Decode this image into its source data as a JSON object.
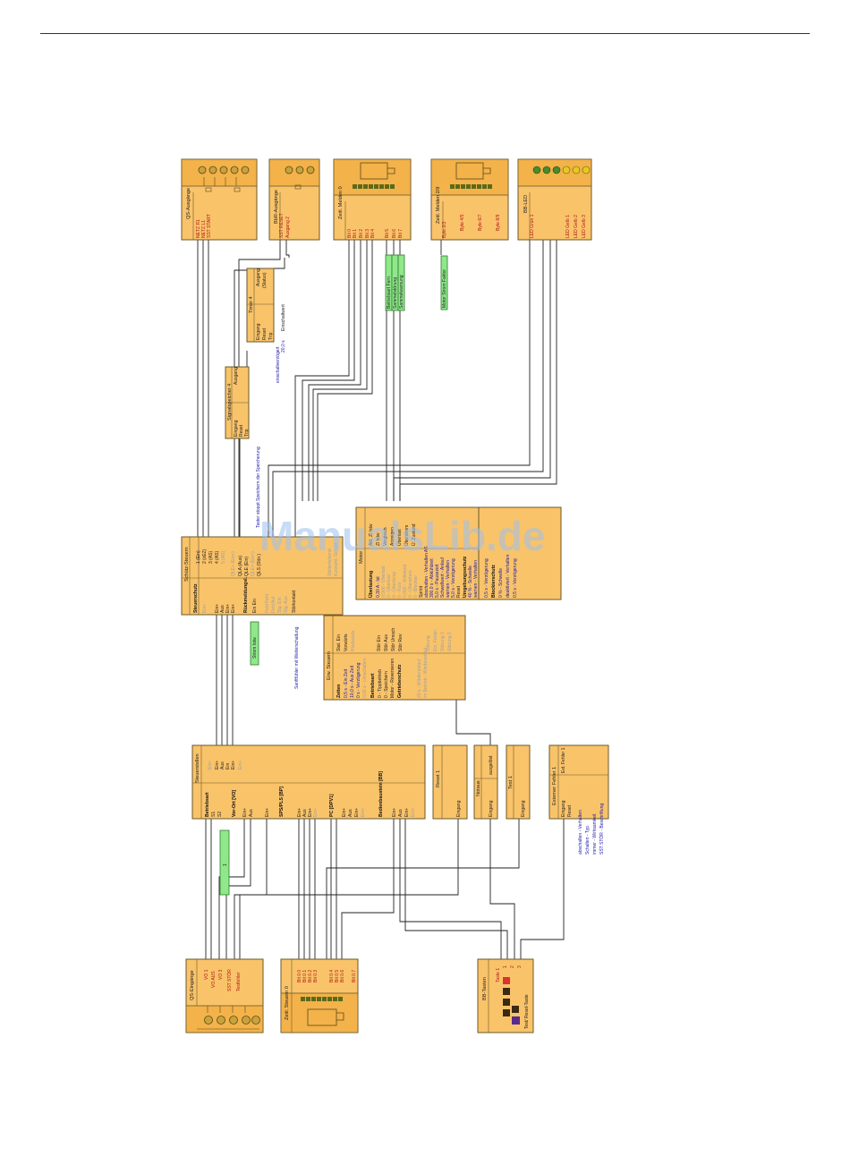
{
  "watermark": "ManualsLib.de",
  "blocks": {
    "qs_ausgaenge": {
      "title": "QS-Ausgänge",
      "ports": [
        "NETZ R1",
        "NETZ L1",
        "SST START"
      ]
    },
    "bbr_ausgaenge": {
      "title": "BbR-Ausgänge",
      "ports": [
        "SST RESET",
        "Ausgang 2"
      ]
    },
    "zs_melder_0": {
      "title": "Zeitl. Melden 0",
      "ports": [
        "Bit 0",
        "Bit 1",
        "Bit 2",
        "Bit 3",
        "Bit 4",
        "Bit 5",
        "Bit 6",
        "Bit 7"
      ]
    },
    "zs_melder_2": {
      "title": "Zeitl. Melden 2/9",
      "ports": [
        "Byte 2/3",
        "Byte 4/5",
        "Byte 6/7",
        "Byte 8/9"
      ]
    },
    "bb_led": {
      "title": "BB-LED",
      "ports": [
        "LED Grün 1",
        "LED Gelb 1",
        "LED Gelb 2",
        "LED Gelb 3"
      ]
    },
    "timer_4": {
      "title": "Timer 4",
      "in": [
        "Eingang",
        "Reset",
        "Trip"
      ],
      "out": [
        "Ausgang",
        "(Status)"
      ],
      "params": [
        "einschaltverzögert",
        "20,0 s",
        "Einschaltwert"
      ]
    },
    "signal_4": {
      "title": "Signalspeicher 4",
      "in": [
        "Eingang",
        "Reset",
        "Trip"
      ],
      "out": [
        "Ausgang"
      ],
      "note": "Taster stoppt Speichern der Speicherung"
    },
    "schutz_steuern": {
      "title": "Schütz-Steuern",
      "section": "Steuerschutz",
      "in": [
        "Ein+",
        "Ein+",
        "Aus",
        "Ein+",
        "Ein+",
        "Rückmeldungsl.",
        "Ein Ein",
        "Fehl Fehl",
        "Fehl Auf",
        "Stg. Ein",
        "Stg. Aus",
        "Störkontakt"
      ],
      "out": [
        "1 (Ein)",
        "2 (xEZ)",
        "3 (AS)",
        "4 (AS)",
        "5 (AS)",
        "QLE+ (Ein+)",
        "QLA (Aus)",
        "QLE (Ein)",
        "QLE+ (Ein+)",
        "QLS (Stör.)",
        "Stellerfehlend",
        "Kurzschl.-Schutz"
      ],
      "note": "Sanftfühler mit Weiterschaltung"
    },
    "motor_schutz": {
      "title": "Motor",
      "section": "Überlastung",
      "rows": [
        "0,30 A - Ist",
        "0,000 - Überlast",
        "0 - Überlast",
        "0 - Übertemp",
        "0 - Kurz",
        "0,000 - Stillstand",
        "0 - Überstrom",
        "0 - Blockier",
        "Sprint",
        "abschalten - Verhalten AS",
        "300,0 s - Abkühlzeit",
        "5,0 s - Pausezeit",
        "Schwellwert - Anlauf",
        "warnen - Verhalten",
        "5,0 s - Verzögerung",
        "Reset"
      ],
      "section2": "Umgebungsschutz",
      "rows2": [
        "40 % - Schwelle",
        "warnen - Verhalten",
        "0,5 s - Verzögerung"
      ],
      "section3": "Blockierschutz",
      "rows3": [
        "0 % - Schwelle",
        "deaktiviert - Verhalten",
        "0,5 s - Verzögerung"
      ],
      "out": [
        "Akt. Zl Istw",
        "Zl Istw",
        "Vergleich",
        "Anzeigen",
        "Überlast",
        "Überstrom",
        "Ü. Zustand"
      ]
    },
    "em_steuern": {
      "title": "Erw. Steuern",
      "section": "Zeiten",
      "rows": [
        "0,5 s - Ein Zeit",
        "10,0 s - Aus Zeit",
        "0 s - Verzögerung",
        "0,00 s - Umschalten"
      ],
      "section2": "Betriebsart",
      "rows2": [
        "0 - Tippbetrieb",
        "0 - Speichern",
        "Motor - Reversieren",
        "Getriebeschutz"
      ],
      "rows3": [
        "20 s - Wiederanlauf",
        "im Betrieb - Wiederanlauf"
      ],
      "out": [
        "Stat. Ein",
        "Vorwärts",
        "Rückwärts",
        "Stör Ein",
        "Stör Aus",
        "Stör Umsch",
        "Stör Rev",
        "Störung",
        "Ein. Fehler",
        "Störung 1",
        "Störung 2"
      ]
    },
    "steuerstellen": {
      "title": "Steuerstellen",
      "sections": [
        {
          "label": "Betriebsart",
          "ports": [
            "S1",
            "S2"
          ]
        },
        {
          "label": "Vor-Ort [VO]",
          "ports": [
            "Ein+",
            "Aus",
            "Ein+"
          ]
        },
        {
          "label": "SPS/PLS [BP]",
          "ports": [
            "Ein+",
            "Aus",
            "Ein+",
            "Ein+"
          ]
        },
        {
          "label": "PC [DPV1]",
          "ports": [
            "Ein+",
            "Aus",
            "Ein+",
            "Ein+"
          ]
        },
        {
          "label": "Bedienbaustein [BB]",
          "ports": [
            "Ein+",
            "Aus",
            "Ein+",
            "Ein+"
          ]
        }
      ],
      "out": [
        "Ein+",
        "Ein+",
        "Aus",
        "Ein",
        "Ein+",
        "Ein+"
      ]
    },
    "reset_1": {
      "title": "Reset 1",
      "in": [
        "Eingang"
      ]
    },
    "notaus": {
      "title": "Notaus",
      "in": [
        "Eingang"
      ],
      "out": [
        "ausgelöst"
      ]
    },
    "test_1": {
      "title": "Test 1",
      "in": [
        "Eingang"
      ]
    },
    "ext_fehler": {
      "title": "Externer Fehler 1",
      "in": [
        "Eingang",
        "Reset"
      ],
      "out": [
        "Ext. Fehler 1"
      ],
      "params": [
        "abschalten - Verhalten",
        "Schalten - Typ",
        "immer - Wirksamkeit",
        "SST STÖR - Beschriftung"
      ]
    },
    "qs_eingaenge": {
      "title": "QS-Eingänge",
      "ports": [
        "VO 1",
        "VO AUS",
        "VO 3",
        "SST STÖR",
        "Testfehler"
      ]
    },
    "zs_steuern_0": {
      "title": "Zeitl. Steuern 0",
      "ports": [
        "Bit 0.0",
        "Bit 0.1",
        "Bit 0.2",
        "Bit 0.3",
        "Bit 0.4",
        "Bit 0.5",
        "Bit 0.6",
        "Bit 0.7"
      ]
    },
    "bb_tasten": {
      "title": "BB-Tasten",
      "ports": [
        "Taste 1",
        "1",
        "2",
        "3"
      ],
      "note": "Test/ Reset-Taste"
    }
  },
  "green_tags": {
    "zs_melder_0": [
      "Betriebsart Fern",
      "Sammelstörung",
      "Sammelwarnung"
    ],
    "zs_melder_2": [
      "Motor Strom Faktor"
    ],
    "schutz": "Strom Istw.",
    "steuer": "1"
  },
  "colors": {
    "block": "#f9c36a",
    "header": "#f3b24a",
    "green": "#8fe88a",
    "wire": "#222222",
    "led_yellow": "#e8c820",
    "led_green": "#4a8a2a",
    "key_red": "#e03030",
    "key_purple": "#5a2a8a"
  }
}
